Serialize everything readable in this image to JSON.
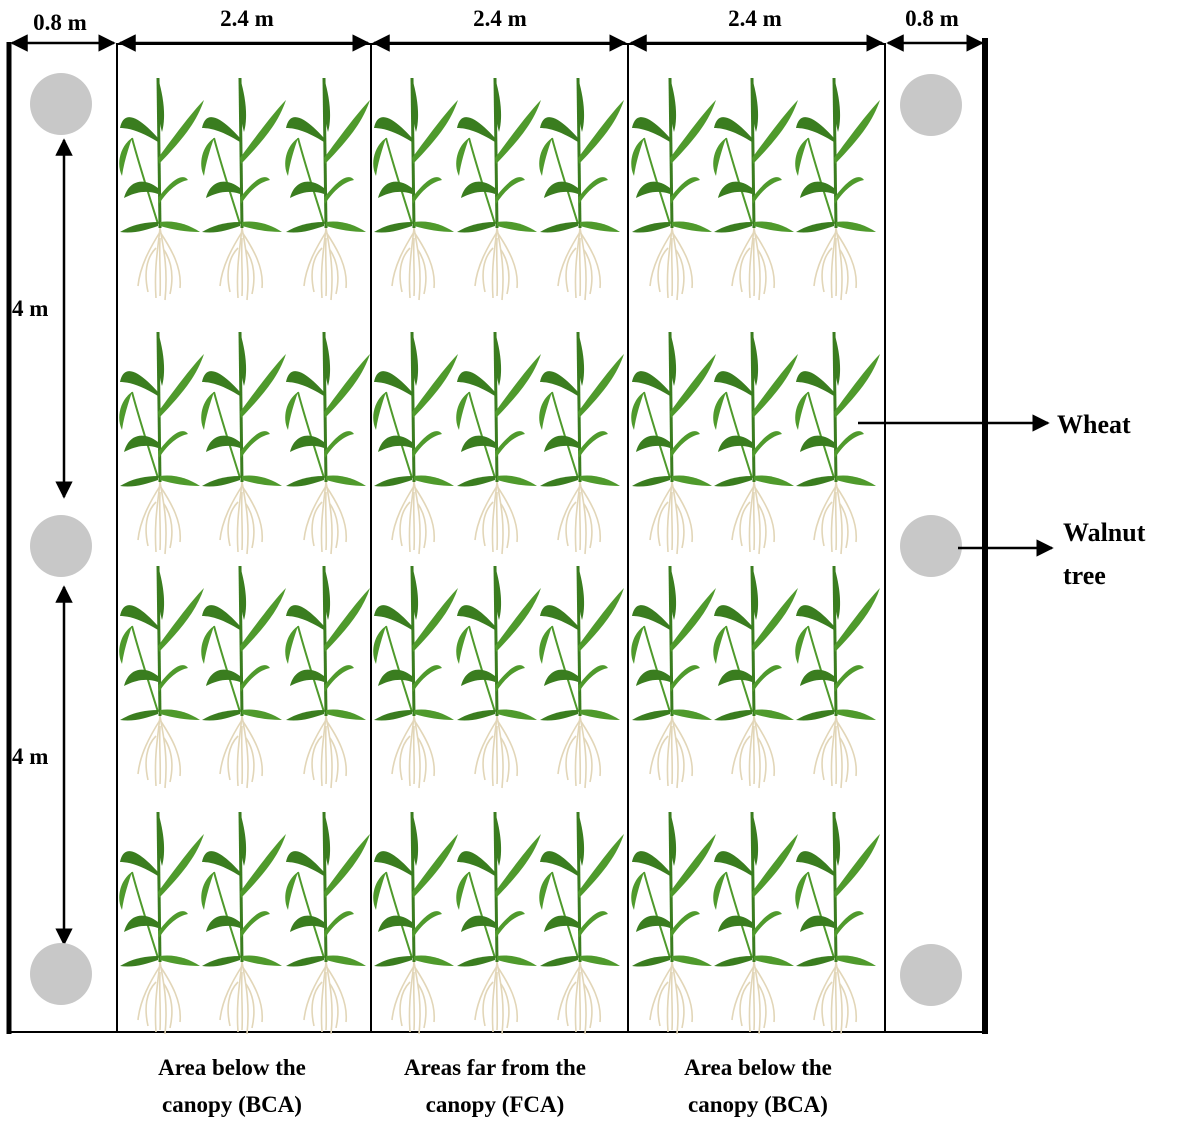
{
  "dimensions": {
    "left_strip": "0.8 m",
    "bca_left": "2.4 m",
    "fca": "2.4 m",
    "bca_right": "2.4 m",
    "right_strip": "0.8 m",
    "tree_spacing_upper": "4 m",
    "tree_spacing_lower": "4 m"
  },
  "legend": {
    "wheat": "Wheat",
    "walnut_line1": "Walnut",
    "walnut_line2": "tree"
  },
  "zones": {
    "left": {
      "line1": "Area below the",
      "line2": "canopy (BCA)"
    },
    "middle": {
      "line1": "Areas far from the",
      "line2": "canopy (FCA)"
    },
    "right": {
      "line1": "Area below the",
      "line2": "canopy (BCA)"
    }
  },
  "layout_counts": {
    "wheat_rows": 4,
    "wheat_per_column_group": 3,
    "column_groups": 3,
    "trees_per_strip": 3
  },
  "colors": {
    "tree": "#c8c8c8",
    "leaf": "#4f9a2c",
    "leaf_dark": "#3a7d1f",
    "root": "#e2d6b8"
  },
  "icons": [
    "walnut-tree-icon",
    "wheat-plant-icon",
    "arrow-icon"
  ]
}
